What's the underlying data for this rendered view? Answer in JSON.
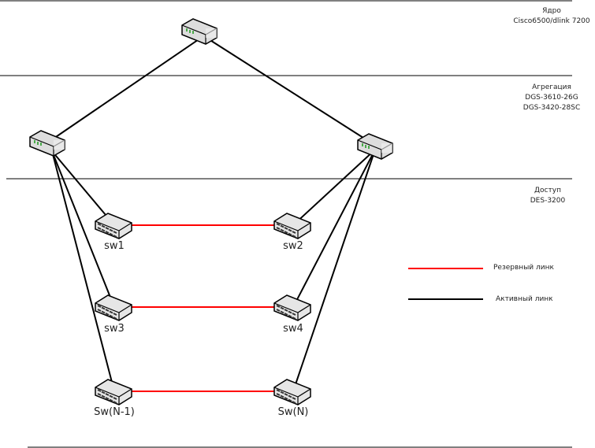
{
  "tiers": {
    "core": {
      "title": "Ядро",
      "model": "Cisco6500/dlink 7200"
    },
    "aggregation": {
      "title": "Агрегация",
      "model1": "DGS-3610-26G",
      "model2": "DGS-3420-28SC"
    },
    "access": {
      "title": "Доступ",
      "model": "DES-3200"
    }
  },
  "switches": [
    "sw1",
    "sw2",
    "sw3",
    "sw4",
    "Sw(N-1)",
    "Sw(N)"
  ],
  "legend": {
    "backup": "Резервный линк",
    "active": "Активный линк"
  },
  "colors": {
    "backup": "#ff0000",
    "active": "#000000"
  }
}
